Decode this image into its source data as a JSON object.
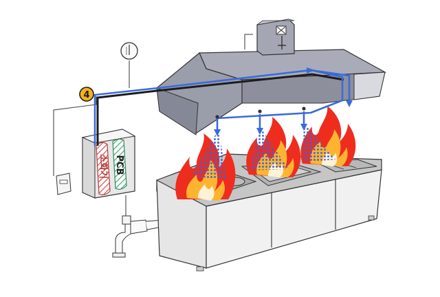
{
  "diagram": {
    "step_badge": "4",
    "extinguisher_label": "소화기",
    "pcb_label": "PCB",
    "colors": {
      "pipe": "#3a6bdc",
      "spray": "#3c63d8",
      "badge": "#f3b21d",
      "flame_outer": "#ee2d1f",
      "flame_inner": "#ffb431",
      "hood": "#a9acb8",
      "hood_dark": "#858896",
      "counter_top": "#c6c6c6",
      "cabinet": "#f1f1f1",
      "extinguisher_stripe": "#d94b4b",
      "pcb_stripe": "#3fa86c"
    }
  }
}
